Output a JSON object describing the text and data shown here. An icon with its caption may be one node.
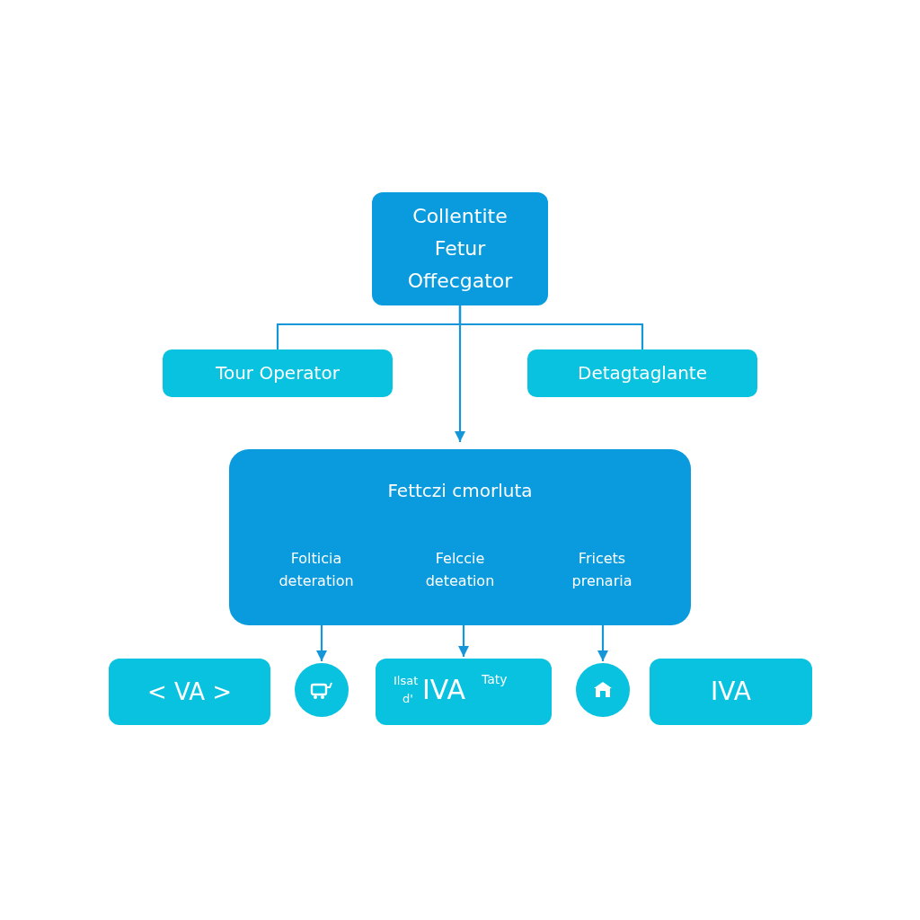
{
  "diagram": {
    "nodes": [
      {
        "text": [
          "Collentite Fetur Offecgator"
        ]
      },
      {
        "text": [
          "Tour Operator"
        ]
      },
      {
        "text": [
          "Detagtaglante"
        ]
      },
      {
        "text": [
          "Fettczi cmorluta",
          "Folticia deteration",
          "Felccie deteation",
          "Fricets prenaria"
        ]
      },
      {
        "text": [
          "< VA >"
        ]
      },
      {
        "text": [],
        "shape": "circle"
      },
      {
        "text": [
          "Ilsat",
          "d'",
          "IVA",
          "Taty"
        ]
      },
      {
        "text": [],
        "shape": "circle"
      },
      {
        "text": [
          "IVA"
        ]
      }
    ],
    "edges": [
      {
        "from": 0,
        "to": 1,
        "arrow": "none"
      },
      {
        "from": 0,
        "to": 2,
        "arrow": "none"
      },
      {
        "from": 0,
        "to": 3,
        "arrow": "to"
      },
      {
        "from": 3,
        "to": 5,
        "arrow": "to"
      },
      {
        "from": 3,
        "to": 6,
        "arrow": "to"
      },
      {
        "from": 3,
        "to": 7,
        "arrow": "to"
      }
    ]
  }
}
